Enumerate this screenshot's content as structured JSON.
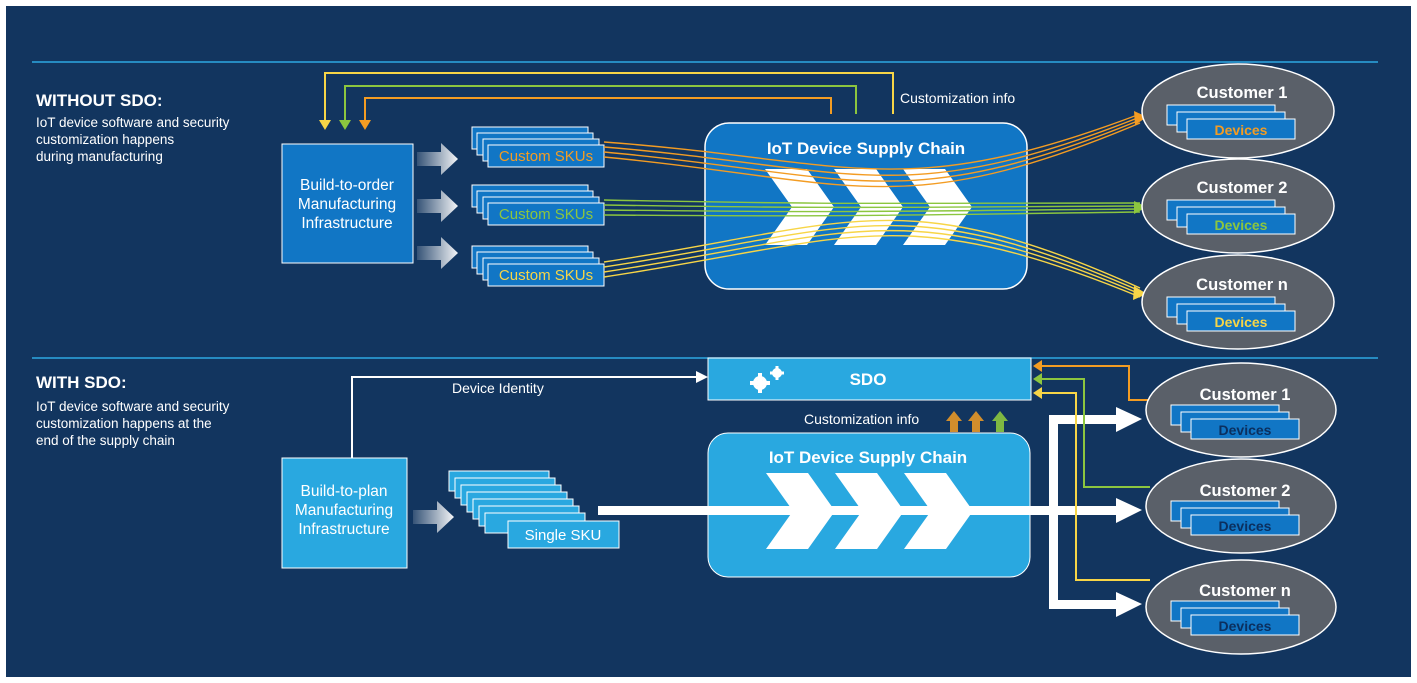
{
  "colors": {
    "background": "#12355f",
    "frame": "#ffffff",
    "panel_dark": "#1176c5",
    "panel_light": "#29a8e0",
    "orange": "#f39c23",
    "green": "#8cc63f",
    "yellow": "#f7d547",
    "customer_bg": "#5a6069",
    "customer_border": "#ffffff",
    "divider": "#2ca8e2"
  },
  "without": {
    "heading": "WITHOUT SDO:",
    "description": [
      "IoT device software and security",
      "customization happens",
      "during manufacturing"
    ],
    "infrastructure": [
      "Build-to-order",
      "Manufacturing",
      "Infrastructure"
    ],
    "skus": [
      {
        "label": "Custom SKUs",
        "color": "orange"
      },
      {
        "label": "Custom SKUs",
        "color": "green"
      },
      {
        "label": "Custom SKUs",
        "color": "yellow"
      }
    ],
    "customization_label": "Customization info",
    "chain_title": "IoT Device Supply Chain",
    "customers": [
      {
        "name": "Customer 1",
        "devices": "Devices",
        "color": "orange"
      },
      {
        "name": "Customer 2",
        "devices": "Devices",
        "color": "green"
      },
      {
        "name": "Customer n",
        "devices": "Devices",
        "color": "yellow"
      }
    ]
  },
  "with": {
    "heading": "WITH SDO:",
    "description": [
      "IoT device software and security",
      "customization happens at the",
      "end of the supply chain"
    ],
    "infrastructure": [
      "Build-to-plan",
      "Manufacturing",
      "Infrastructure"
    ],
    "sku_label": "Single SKU",
    "identity_label": "Device Identity",
    "sdo_label": "SDO",
    "customization_label": "Customization info",
    "chain_title": "IoT Device Supply Chain",
    "customers": [
      {
        "name": "Customer 1",
        "devices": "Devices",
        "color": "orange"
      },
      {
        "name": "Customer 2",
        "devices": "Devices",
        "color": "green"
      },
      {
        "name": "Customer n",
        "devices": "Devices",
        "color": "yellow"
      }
    ]
  }
}
